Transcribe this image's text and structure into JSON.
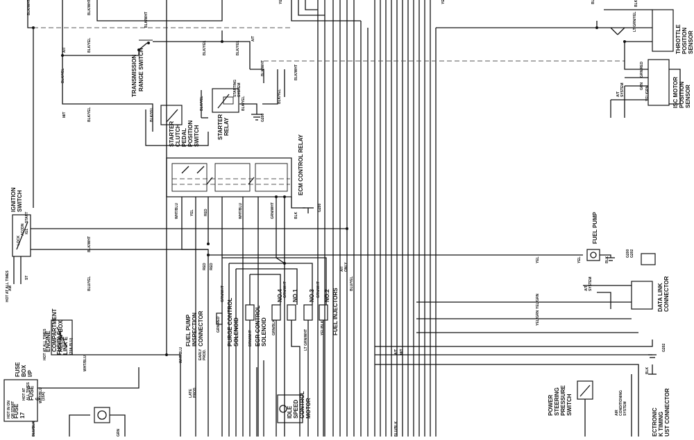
{
  "components": {
    "throttle_sensor": [
      "THROTTLE",
      "POSITION",
      "SENSOR"
    ],
    "isc_motor": [
      "ISC MOTOR",
      "POSITION",
      "SENSOR"
    ],
    "transmission_range": [
      "TRANSMISSION",
      "RANGE SWITCH"
    ],
    "starter_clutch": [
      "STARTER",
      "CLUTCH",
      "PEDAL",
      "POSITION",
      "SWITCH"
    ],
    "starter_relay": [
      "STARTER",
      "RELAY"
    ],
    "ecm_relay": "ECM CONTROL RELAY",
    "ignition_switch": [
      "IGNITION",
      "SWITCH"
    ],
    "engine_compartment": [
      "ENGINE",
      "COMPARTMENT",
      "RELAY BOX"
    ],
    "fusible_link": [
      "FUSIBLE",
      "LINK E",
      "(20A-BLU)"
    ],
    "fuse_box": [
      "FUSE",
      "BOX",
      "I/P"
    ],
    "fuel_pump_inspection": [
      "FUEL PUMP",
      "INSPECTION",
      "CONNECTOR"
    ],
    "purge_solenoid": [
      "PURGE CONTROL",
      "SOLENOID"
    ],
    "egr_solenoid": [
      "EGR CONTROL",
      "SOLENOID"
    ],
    "fuel_injectors": "FUEL INJECTORS",
    "injector_labels": [
      "NO.4",
      "NO.1",
      "NO.3",
      "NO.2"
    ],
    "fuel_pump": "FUEL PUMP",
    "data_link": [
      "DATA LINK",
      "CONNECTOR"
    ],
    "idle_speed": [
      "IDLE",
      "SPEED",
      "CONTROL",
      "MOTOR"
    ],
    "power_steering": [
      "POWER",
      "STEERING",
      "PRESSURE",
      "SWITCH"
    ],
    "electronic_timing": [
      "ECTRONIC",
      "K TIMING",
      "UST CONNECTOR"
    ],
    "hot_at_all_times": "HOT AT ALL TIMES",
    "hot_in_on": [
      "HOT IN ON",
      "OR START"
    ],
    "hot_at": [
      "HOT AT",
      "ALL TIMES"
    ],
    "fuse17": [
      "FUSE",
      "17"
    ],
    "fuse6": [
      "FUSE",
      "6"
    ],
    "fuse15a": "(15A)"
  },
  "wires": {
    "blk_wht": "BLK/WHT",
    "blk_yel": "BLK/YEL",
    "blu_yel": "BLU/YEL",
    "wht_blu": "WHT/BLU",
    "grn_wht": "GRN/WHT",
    "grn_red": "GRN/RED",
    "yel": "YEL",
    "red": "RED",
    "blk": "BLK",
    "lt_grn_yel": "LT GRN/YEL",
    "grn_blk": "GRN/BLK",
    "yel_blk": "YEL/BLK",
    "brn_wht": "BRN/WHT",
    "lt_grn_wht": "LT GRN/WHT",
    "grn": "GRN",
    "yel_grn": "YEL/GRN",
    "blu_blk": "BLU/BLK",
    "at": "A/T",
    "mt": "M/T",
    "at_only": [
      "A/T",
      "ONLY"
    ],
    "early_prod": [
      "EARLY",
      "PROD."
    ],
    "late_prod": [
      "LATE",
      "PROD."
    ]
  },
  "grounds": {
    "g200": "G200",
    "g202": "G202",
    "g200_g202": [
      "G200",
      "G202"
    ]
  },
  "ignition_positions": [
    "LOCK",
    "ACC",
    "ON",
    "START",
    "ST",
    "IG1",
    "AM"
  ],
  "systems": {
    "starting": [
      "STARTING",
      "SYSTEM"
    ],
    "at_system": [
      "A/T",
      "SYSTEM"
    ],
    "air_conditioning": [
      "AIR",
      "CONDITIONING",
      "SYSTEM"
    ]
  }
}
